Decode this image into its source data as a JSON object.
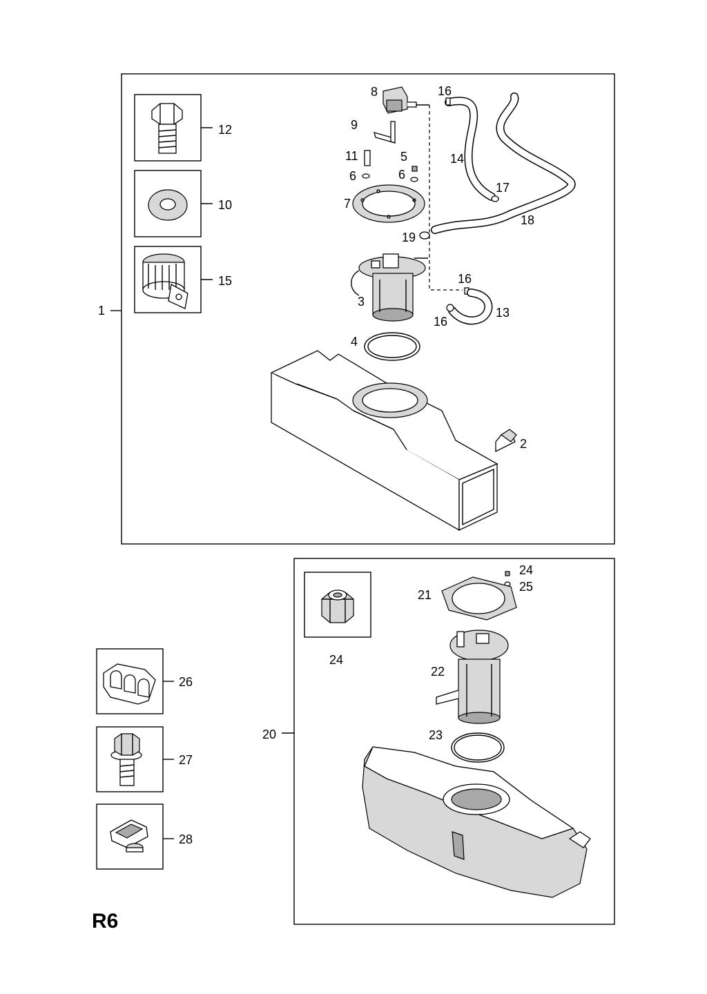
{
  "sheet_code": "R6",
  "upper_assembly": {
    "label": "1",
    "insets": [
      {
        "label": "12",
        "icon": "hex-bolt-icon"
      },
      {
        "label": "10",
        "icon": "washer-icon"
      },
      {
        "label": "15",
        "icon": "clamp-icon"
      }
    ],
    "callouts": {
      "connector": "8",
      "hose_clip_top": "16",
      "bracket": "9",
      "sleeve": "11",
      "nut": "5",
      "washer_left": "6",
      "washer_right": "6",
      "hose_short": "14",
      "clip_17": "17",
      "flange_ring": "7",
      "hose_long": "18",
      "clamp_19": "19",
      "pump": "3",
      "clip_mid": "16",
      "hose_13": "13",
      "clip_lower": "16",
      "seal_ring": "4",
      "filler_cap": "2"
    }
  },
  "lower_assembly": {
    "label": "20",
    "insets": [
      {
        "label": "24",
        "icon": "lock-nut-icon"
      }
    ],
    "callouts": {
      "nut": "24",
      "washer": "25",
      "flange": "21",
      "pump": "22",
      "seal": "23"
    }
  },
  "loose_parts": [
    {
      "label": "26",
      "icon": "pipe-clip-icon"
    },
    {
      "label": "27",
      "icon": "flange-bolt-icon"
    },
    {
      "label": "28",
      "icon": "cap-icon"
    }
  ]
}
